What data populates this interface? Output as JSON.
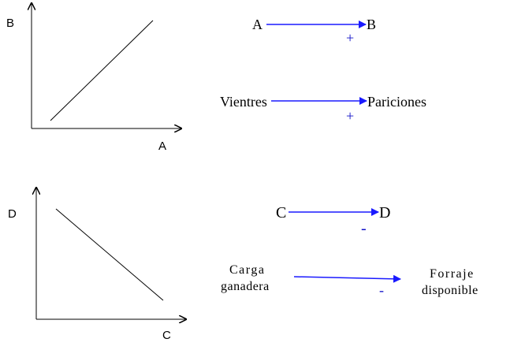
{
  "graph_positive": {
    "y_axis_label": "B",
    "x_axis_label": "A",
    "relation": "positive"
  },
  "graph_negative": {
    "y_axis_label": "D",
    "x_axis_label": "C",
    "relation": "negative"
  },
  "causal_links": [
    {
      "from": "A",
      "to": "B",
      "sign": "+"
    },
    {
      "from": "Vientres",
      "to": "Pariciones",
      "sign": "+"
    },
    {
      "from": "C",
      "to": "D",
      "sign": "-"
    },
    {
      "from_lines": [
        "Carga",
        "ganadera"
      ],
      "to_lines": [
        "Forraje",
        "disponible"
      ],
      "sign": "-"
    }
  ],
  "colors": {
    "arrow": "#1a1aff",
    "sign": "#1010c8",
    "line": "#000000"
  }
}
